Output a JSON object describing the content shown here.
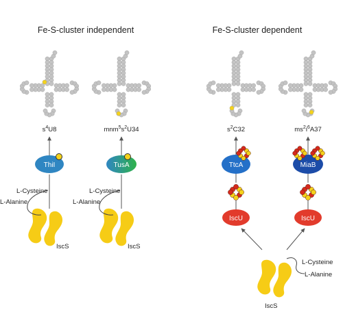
{
  "titles": {
    "left": "Fe-S-cluster independent",
    "right": "Fe-S-cluster dependent"
  },
  "modifications": {
    "m1": "s4U8",
    "m2": "mnm5s2U34",
    "m3": "s2C32",
    "m4": "ms2i6A37"
  },
  "mod_parts": {
    "m1": [
      "s",
      "4",
      "U8"
    ],
    "m2": [
      "mnm",
      "5",
      "s",
      "2",
      "U34"
    ],
    "m3": [
      "s",
      "2",
      "C32"
    ],
    "m4": [
      "ms",
      "2",
      "i",
      "6",
      "A37"
    ]
  },
  "proteins": {
    "thil": "ThiI",
    "tusa": "TusA",
    "ttca": "TtcA",
    "miab": "MiaB",
    "iscu_left": "IscU",
    "iscu_right": "IscU"
  },
  "iscs_label": "IscS",
  "substrates": {
    "cysteine": "L-Cysteine",
    "alanine": "L-Alanine"
  },
  "colors": {
    "trna_bead": "#c4c4c4",
    "sulfur": "#f4d21c",
    "iron": "#d62a1c",
    "iscs": "#f6cc16",
    "thil": "#2f86c2",
    "tusa_start": "#2f86c2",
    "tusa_end": "#2fb24a",
    "ttca": "#2470c8",
    "miab": "#1c4ca8",
    "iscu": "#e23b2c"
  }
}
